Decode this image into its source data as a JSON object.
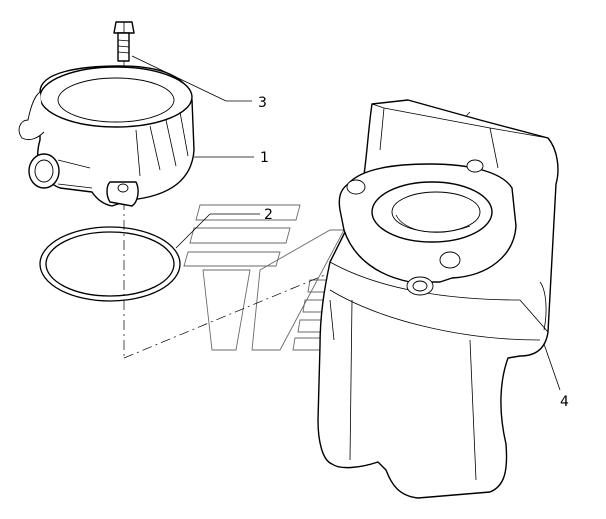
{
  "diagram": {
    "callouts": [
      {
        "id": "1",
        "label": "1"
      },
      {
        "id": "2",
        "label": "2"
      },
      {
        "id": "3",
        "label": "3"
      },
      {
        "id": "4",
        "label": "4"
      }
    ]
  },
  "colors": {
    "line": "#000000",
    "background": "#ffffff",
    "watermark": "#6a6a6a"
  }
}
